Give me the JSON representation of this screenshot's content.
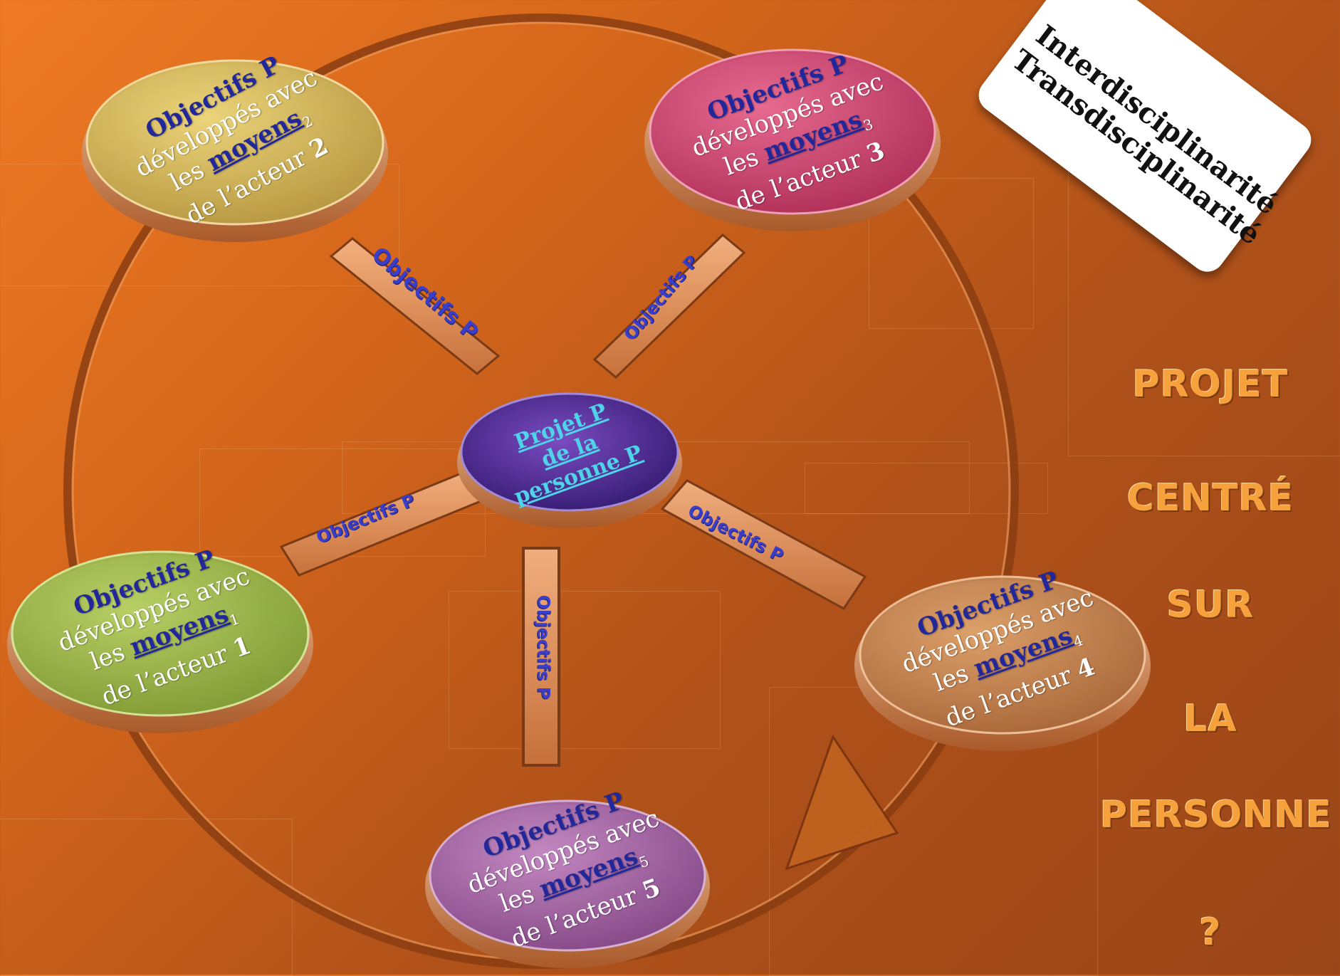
{
  "disks": [
    {
      "id": "2",
      "line1": "Objectifs P",
      "line2": "développés avec",
      "line3a": "les ",
      "line3b": "moyens",
      "sub": "2",
      "line4": "de l’acteur",
      "num": "2"
    },
    {
      "id": "3",
      "line1": "Objectifs P",
      "line2": "développés avec",
      "line3a": "les ",
      "line3b": "moyens",
      "sub": "3",
      "line4": "de l’acteur",
      "num": "3"
    },
    {
      "id": "1",
      "line1": "Objectifs P",
      "line2": "développés avec",
      "line3a": "les ",
      "line3b": "moyens",
      "sub": "1",
      "line4": "de l’acteur",
      "num": "1"
    },
    {
      "id": "4",
      "line1": "Objectifs P",
      "line2": "développés avec",
      "line3a": "les ",
      "line3b": "moyens",
      "sub": "4",
      "line4": "de l’acteur",
      "num": "4"
    },
    {
      "id": "5",
      "line1": "Objectifs P",
      "line2": "développés avec",
      "line3a": "les ",
      "line3b": "moyens",
      "sub": "5",
      "line4": "de l’acteur",
      "num": "5"
    }
  ],
  "center": {
    "line1": "Projet  P",
    "line2": "de la",
    "line3": "personne P"
  },
  "bars": {
    "b1": "Objectifs P",
    "b2": "Objectifs P",
    "b3": "Objectifs P",
    "b4": "Objectifs P",
    "b5": "Objectifs P"
  },
  "card": {
    "line1": "Interdisciplinarité",
    "line2": "Transdisciplinarité"
  },
  "title": {
    "w1": "PROJET",
    "w2": "CENTRÉ",
    "w3": "SUR",
    "w4": "LA",
    "w5": "PERSONNE",
    "w6": "?"
  },
  "colors": {
    "background": "#d4661b",
    "disk1": "#9cba4a",
    "disk2": "#d9c05e",
    "disk3": "#d2416f",
    "disk4": "#c0804a",
    "disk5": "#9a5aa0",
    "center": "#4b2a8c",
    "disk_rim": "#e6a070",
    "objectifs_blue": "#22289a",
    "center_text": "#4fd3e8",
    "title_orange": "#f6a13b"
  }
}
